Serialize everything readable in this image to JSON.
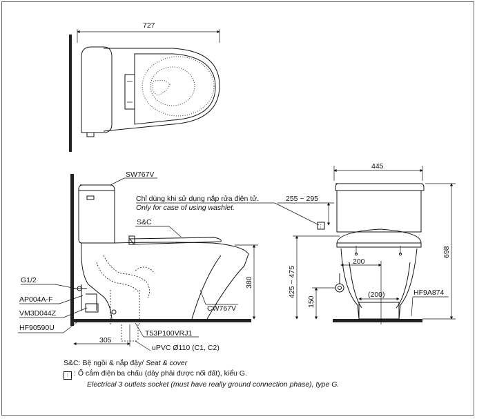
{
  "dimensions": {
    "top_width": "727",
    "front_width": "445",
    "wash_range": "255 ~ 295",
    "front_height": "698",
    "side_height": "380",
    "rough_in": "305",
    "inlet_height": "425 ~ 475",
    "bottom_150": "150",
    "width_200": "200",
    "base_200": "(200)"
  },
  "parts": {
    "sw767v": "SW767V",
    "sc": "S&C",
    "cw767v": "CW767V",
    "g12": "G1/2",
    "ap004a": "AP004A-F",
    "vm3d044z": "VM3D044Z",
    "hf90590u": "HF90590U",
    "t53p": "T53P100VRJ1",
    "upvc": "uPVC Ø110 (C1, C2)",
    "hf9a874": "HF9A874"
  },
  "washlet_note": {
    "vi": "Chỉ dùng khi sử dụng nắp rửa điện tử.",
    "en": "Only for case of using washlet."
  },
  "legend": {
    "sc_label": "S&C:",
    "sc_text_vi": "Bệ ngồi & nắp đậy/",
    "sc_text_en": "Seat & cover",
    "socket_icon": "3-pin-socket-icon",
    "socket_vi": "Ổ cắm điện ba chấu (dây phải được nối đất), kiểu G.",
    "socket_en": "Electrical 3 outlets socket (must have really ground connection phase), type G."
  }
}
